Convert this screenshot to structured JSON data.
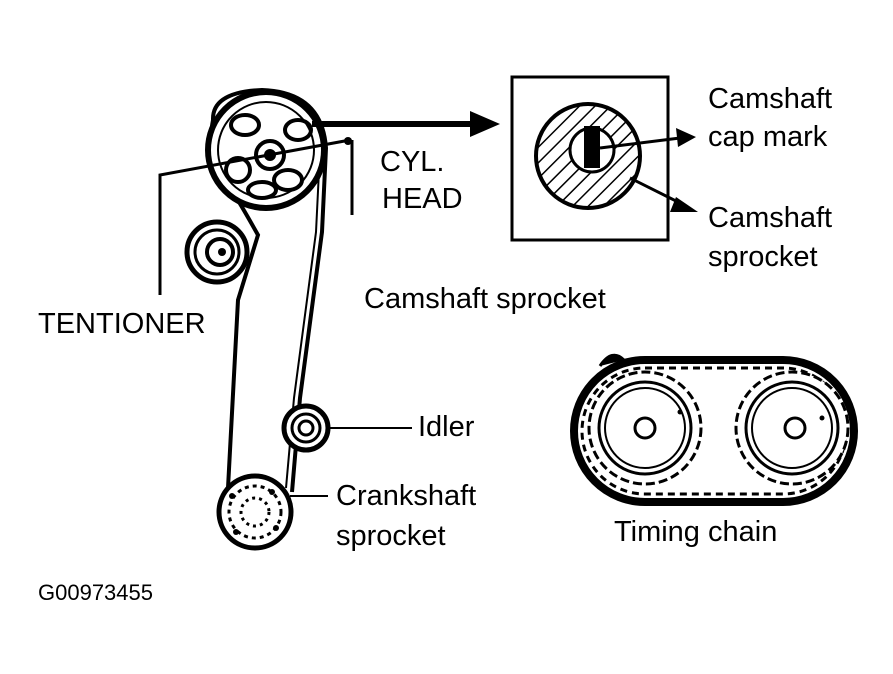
{
  "labels": {
    "cyl_head_line1": "CYL.",
    "cyl_head_line2": "HEAD",
    "camshaft_cap_mark_line1": "Camshaft",
    "camshaft_cap_mark_line2": "cap mark",
    "camshaft_sprocket_inset_line1": "Camshaft",
    "camshaft_sprocket_inset_line2": "sprocket",
    "camshaft_sprocket": "Camshaft sprocket",
    "tentioner": "TENTIONER",
    "idler": "Idler",
    "crankshaft_sprocket_line1": "Crankshaft",
    "crankshaft_sprocket_line2": "sprocket",
    "timing_chain": "Timing chain",
    "figure_code": "G00973455"
  }
}
